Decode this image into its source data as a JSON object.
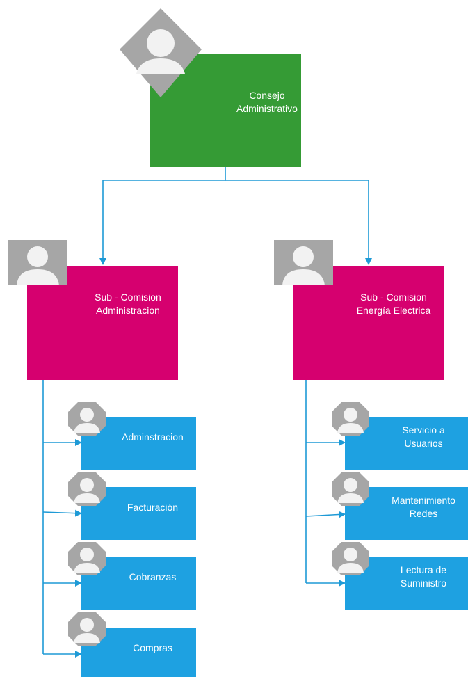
{
  "colors": {
    "top": "#359b35",
    "mid": "#d6006f",
    "leaf": "#1ea1e1",
    "connector": "#1e9ad6",
    "avatar_bg": "#a6a6a6",
    "avatar_fg": "#f2f2f2"
  },
  "top": {
    "label": "Consejo\nAdministrativo",
    "icon": "person-placeholder-icon"
  },
  "mid": [
    {
      "label": "Sub - Comision\nAdministracion",
      "icon": "person-placeholder-icon"
    },
    {
      "label": "Sub - Comision\nEnergía Electrica",
      "icon": "person-placeholder-icon"
    }
  ],
  "leaves_left": [
    {
      "label": "Adminstracion"
    },
    {
      "label": "Facturación"
    },
    {
      "label": "Cobranzas"
    },
    {
      "label": "Compras"
    }
  ],
  "leaves_right": [
    {
      "label": "Servicio a\nUsuarios"
    },
    {
      "label": "Mantenimiento\nRedes"
    },
    {
      "label": "Lectura de\nSuministro"
    }
  ]
}
